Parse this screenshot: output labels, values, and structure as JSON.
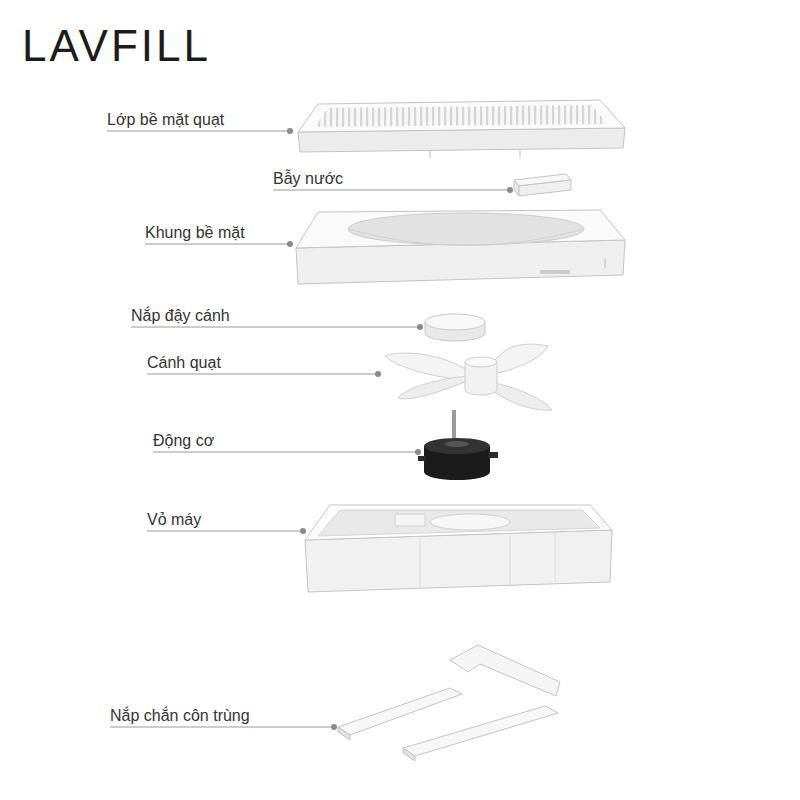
{
  "diagram": {
    "labels": [
      "LAVFILL",
      "Lớp bề mặt quạt",
      "Bẫy nước",
      "Khung bề mặt",
      "Nắp đậy cánh",
      "Cánh quạt",
      "Động cơ",
      "Vỏ máy",
      "Nắp chắn côn trùng"
    ]
  }
}
